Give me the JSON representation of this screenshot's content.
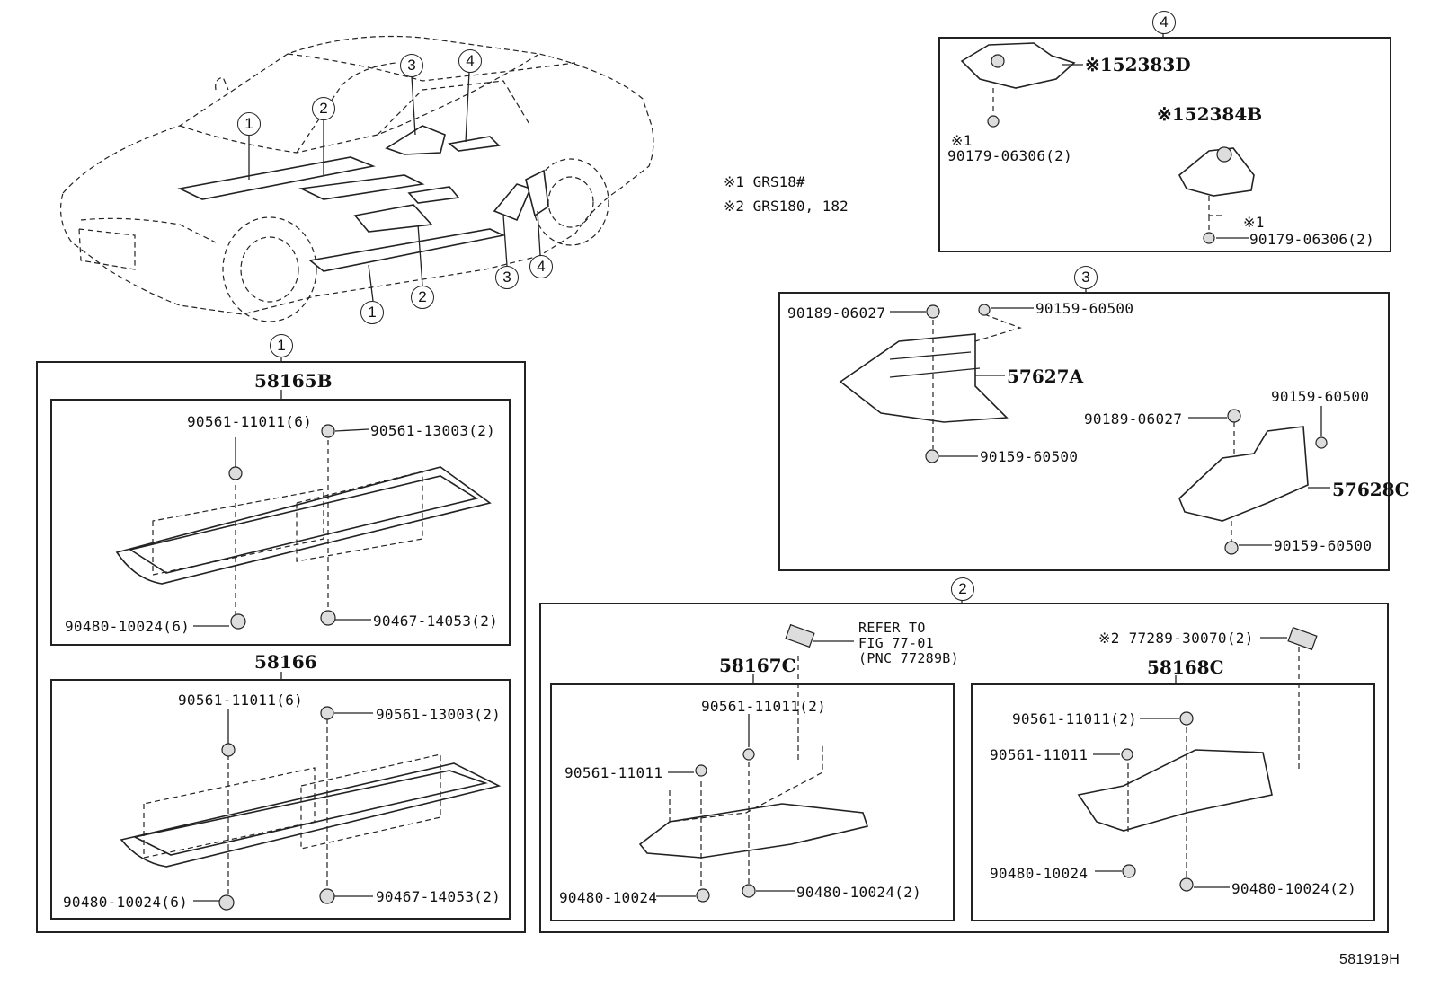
{
  "figure_code": "581919H",
  "notes": [
    "※1 GRS18#",
    "※2 GRS180, 182"
  ],
  "overview": {
    "callouts": [
      "1",
      "2",
      "3",
      "4",
      "1",
      "2",
      "3",
      "4"
    ]
  },
  "group1": {
    "circle": "1",
    "sub_a": {
      "title": "58165B",
      "labels": [
        "90561-11011(6)",
        "90561-13003(2)",
        "90480-10024(6)",
        "90467-14053(2)"
      ]
    },
    "sub_b": {
      "title": "58166",
      "labels": [
        "90561-11011(6)",
        "90561-13003(2)",
        "90480-10024(6)",
        "90467-14053(2)"
      ]
    }
  },
  "group2": {
    "circle": "2",
    "refer": [
      "REFER TO",
      "FIG 77-01",
      "(PNC 77289B)"
    ],
    "sub_c": {
      "title": "58167C",
      "labels": [
        "90561-11011(2)",
        "90561-11011",
        "90480-10024",
        "90480-10024(2)"
      ]
    },
    "sub_d": {
      "title": "58168C",
      "top": "※2 77289-30070(2)",
      "labels": [
        "90561-11011(2)",
        "90561-11011",
        "90480-10024",
        "90480-10024(2)"
      ]
    }
  },
  "group3": {
    "circle": "3",
    "labels": [
      "90189-06027",
      "90159-60500",
      "57627A",
      "90159-60500",
      "90159-60500",
      "90189-06027",
      "57628C",
      "90159-60500"
    ]
  },
  "group4": {
    "circle": "4",
    "labels": [
      "※152383D",
      "※1",
      "90179-06306(2)",
      "※152384B",
      "※1",
      "90179-06306(2)"
    ]
  }
}
